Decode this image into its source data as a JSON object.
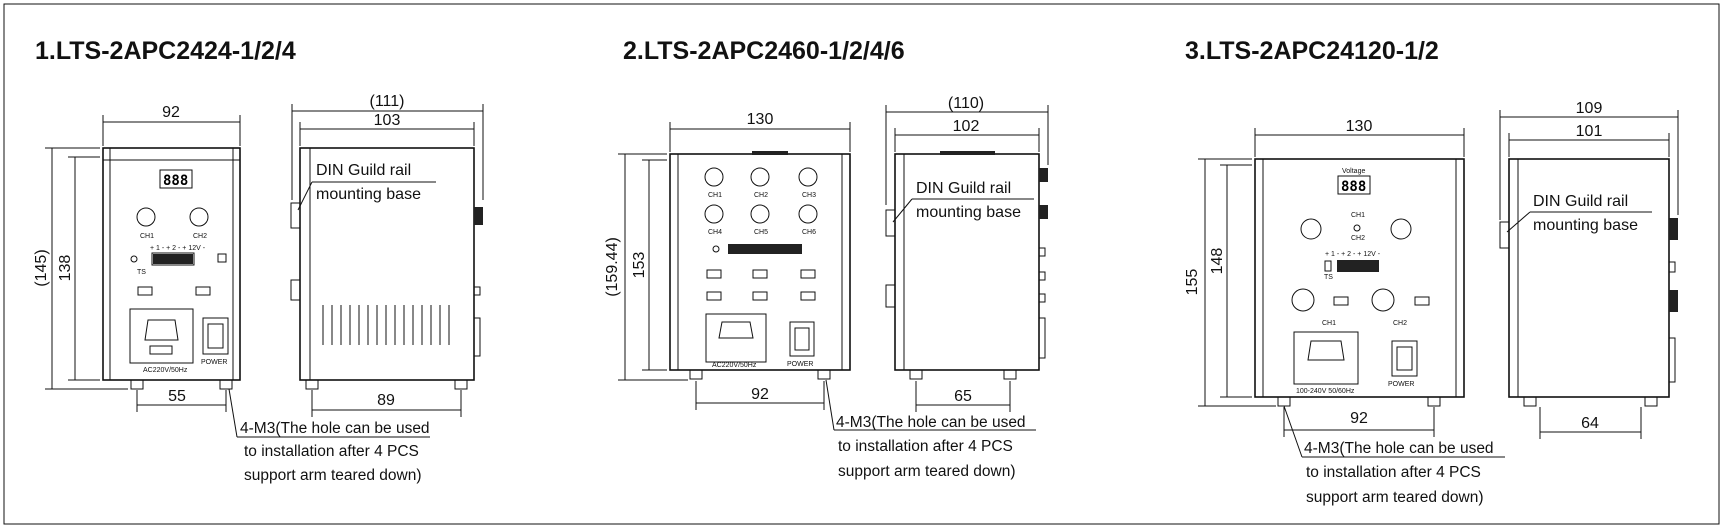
{
  "products": [
    {
      "title": "1.LTS-2APC2424-1/2/4",
      "dims": {
        "front_width": "92",
        "side_width_outer": "(111)",
        "side_width": "103",
        "height_outer": "(145)",
        "height": "138",
        "front_foot_spacing": "55",
        "side_foot_spacing": "89"
      },
      "din_label": [
        "DIN Guild rail",
        "mounting base"
      ],
      "note": [
        "4-M3(The hole can be used",
        "to installation after 4 PCS",
        "support arm teared down)"
      ],
      "panel_labels": {
        "ch1": "CH1",
        "ch2": "CH2",
        "ts": "TS",
        "terminal": "+ 1 - + 2 - + 12V -",
        "power": "POWER",
        "input": "AC220V/50Hz"
      }
    },
    {
      "title": "2.LTS-2APC2460-1/2/4/6",
      "dims": {
        "front_width": "130",
        "side_width_outer": "(110)",
        "side_width": "102",
        "height_outer": "(159.44)",
        "height": "153",
        "front_foot_spacing": "92",
        "side_foot_spacing": "65"
      },
      "din_label": [
        "DIN Guild rail",
        "mounting base"
      ],
      "note": [
        "4-M3(The hole can be used",
        "to installation after 4 PCS",
        "support arm teared down)"
      ],
      "panel_labels": {
        "ch1": "CH1",
        "ch2": "CH2",
        "ch3": "CH3",
        "ch4": "CH4",
        "ch5": "CH5",
        "ch6": "CH6",
        "power": "POWER",
        "input": "AC220V/50Hz"
      }
    },
    {
      "title": "3.LTS-2APC24120-1/2",
      "dims": {
        "front_width": "130",
        "side_width_outer": "109",
        "side_width": "101",
        "height_outer": "155",
        "height": "148",
        "front_foot_spacing": "92",
        "side_foot_spacing": "64"
      },
      "din_label": [
        "DIN Guild rail",
        "mounting base"
      ],
      "note": [
        "4-M3(The hole can be used",
        "to installation after 4 PCS",
        "support arm teared down)"
      ],
      "panel_labels": {
        "voltage": "Voltage",
        "ch1": "CH1",
        "ch2": "CH2",
        "ts": "TS",
        "terminal": "+ 1 - + 2 - + 12V -",
        "power": "POWER",
        "input": "100-240V 50/60Hz"
      }
    }
  ]
}
